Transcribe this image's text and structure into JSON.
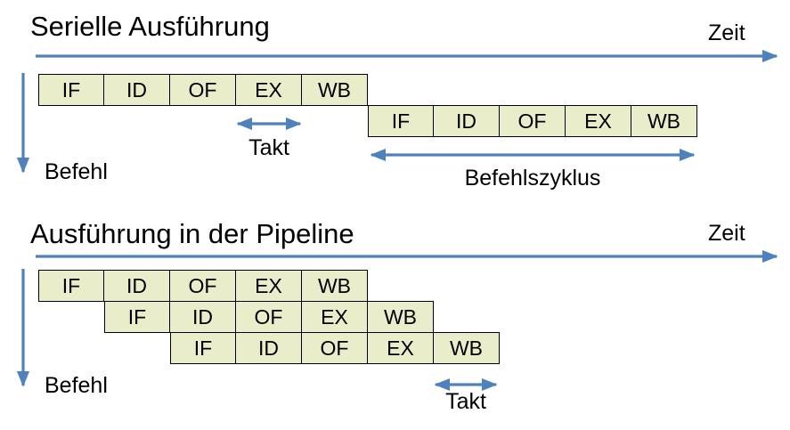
{
  "colors": {
    "box_fill": "#e9edc9",
    "box_border": "#000000",
    "arrow": "#4f81bd",
    "text": "#000000"
  },
  "serial": {
    "title": "Serielle Ausführung",
    "time_label": "Zeit",
    "instruction_axis_label": "Befehl",
    "clock_label": "Takt",
    "cycle_label": "Befehlszyklus",
    "rows": [
      {
        "cells": [
          "IF",
          "ID",
          "OF",
          "EX",
          "WB"
        ]
      },
      {
        "cells": [
          "IF",
          "ID",
          "OF",
          "EX",
          "WB"
        ]
      }
    ]
  },
  "pipeline": {
    "title": "Ausführung in der Pipeline",
    "time_label": "Zeit",
    "instruction_axis_label": "Befehl",
    "clock_label": "Takt",
    "rows": [
      {
        "cells": [
          "IF",
          "ID",
          "OF",
          "EX",
          "WB"
        ]
      },
      {
        "cells": [
          "IF",
          "ID",
          "OF",
          "EX",
          "WB"
        ]
      },
      {
        "cells": [
          "IF",
          "ID",
          "OF",
          "EX",
          "WB"
        ]
      }
    ]
  }
}
